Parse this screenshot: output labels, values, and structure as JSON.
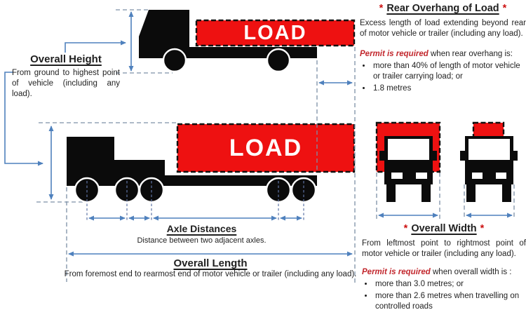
{
  "diagram": {
    "load_label_top": "LOAD",
    "load_label_bottom": "LOAD",
    "overall_height": {
      "title": "Overall Height",
      "description": "From ground to highest point of vehicle (including any load)."
    },
    "axle_distances": {
      "title": "Axle Distances",
      "description": "Distance between two adjacent axles."
    },
    "overall_length": {
      "title": "Overall Length",
      "description": "From foremost end to rearmost end of motor vehicle or trailer (including any load)."
    },
    "rear_overhang": {
      "marker": "*",
      "title": "Rear Overhang of Load",
      "description": "Excess length of load extending beyond rear of motor vehicle or trailer (including any load).",
      "permit_label": "Permit is required",
      "permit_rest": " when rear overhang is:",
      "bullets": [
        "more than 40% of length of motor vehicle or trailer carrying load; or",
        "1.8 metres"
      ]
    },
    "overall_width": {
      "marker": "*",
      "title": "Overall Width",
      "description": "From leftmost point to rightmost point of motor vehicle or trailer (including any load).",
      "permit_label": "Permit is required",
      "permit_rest": " when overall width is :",
      "bullets": [
        "more than 3.0 metres; or",
        "more than 2.6 metres when travelling on controlled roads"
      ]
    }
  },
  "colors": {
    "load_red": "#ee1111",
    "arrow_blue": "#4f81bd",
    "guide_dash_blue": "#7d90a6",
    "permit_red": "#c2272d",
    "asterisk_red": "#cc1111",
    "silhouette_black": "#0b0b0b"
  }
}
